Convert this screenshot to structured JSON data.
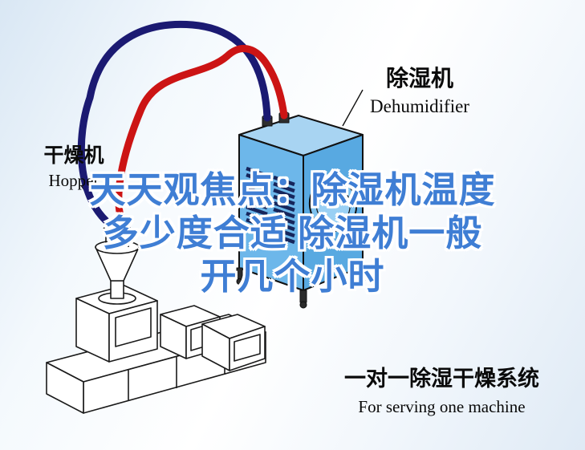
{
  "headline": {
    "line1": "天天观焦点：除湿机温度",
    "line2": "多少度合适 除湿机一般",
    "line3": "开几个小时"
  },
  "labels": {
    "dehumidifier_cn": "除湿机",
    "dehumidifier_en": "Dehumidifier",
    "hopper_cn": "干燥机",
    "hopper_en": "Hopper"
  },
  "caption": {
    "title_cn": "一对一除湿干燥系统",
    "subtitle_en": "For serving one machine"
  },
  "colors": {
    "headline": "#3f7ed4",
    "pipe_red": "#cc1414",
    "pipe_navy": "#1b1a72",
    "machine_blue": "#6db7ea",
    "machine_blue_light": "#a8d4f2",
    "machine_blue_dark": "#58a9e1",
    "grille_navy": "#16265c",
    "outline": "#111111"
  }
}
